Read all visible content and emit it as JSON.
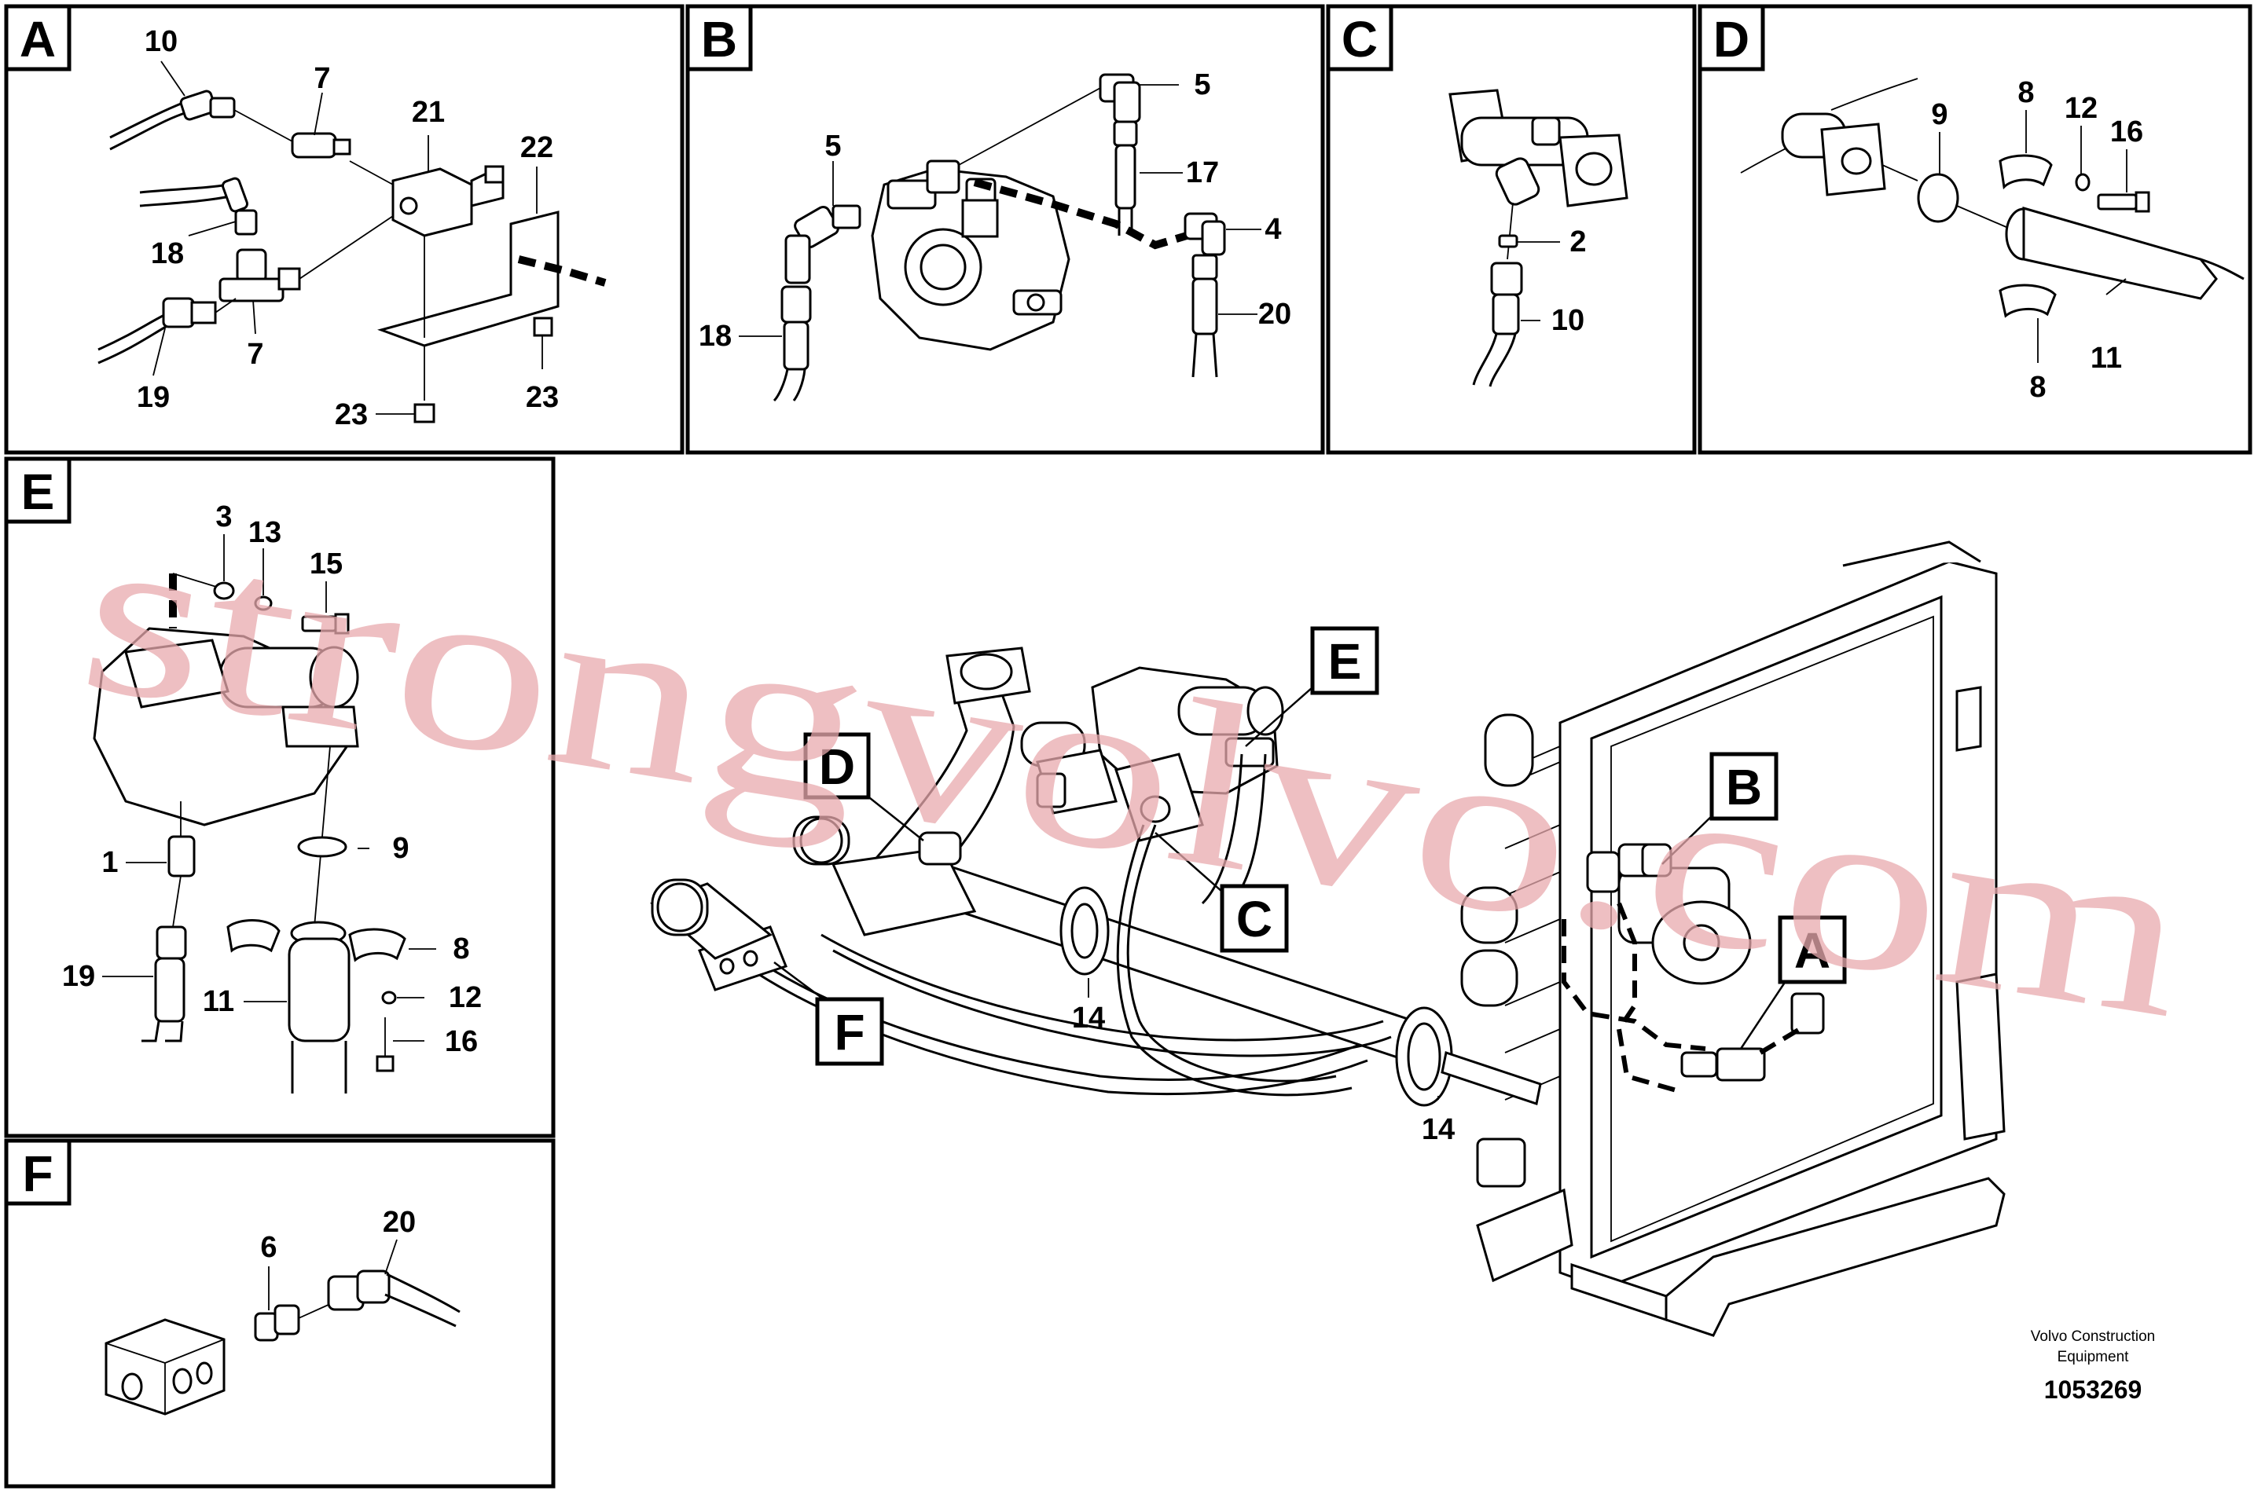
{
  "panels": {
    "A": {
      "letter": "A",
      "labels": [
        "10",
        "7",
        "21",
        "22",
        "18",
        "7",
        "19",
        "23",
        "23"
      ]
    },
    "B": {
      "letter": "B",
      "labels": [
        "5",
        "5",
        "17",
        "4",
        "18",
        "20"
      ]
    },
    "C": {
      "letter": "C",
      "labels": [
        "2",
        "10"
      ]
    },
    "D": {
      "letter": "D",
      "labels": [
        "8",
        "12",
        "16",
        "9",
        "11",
        "8"
      ]
    },
    "E": {
      "letter": "E",
      "labels": [
        "3",
        "13",
        "15",
        "1",
        "9",
        "19",
        "8",
        "11",
        "12",
        "16"
      ]
    },
    "F": {
      "letter": "F",
      "labels": [
        "6",
        "20"
      ]
    }
  },
  "main": {
    "callouts": [
      "E",
      "D",
      "B",
      "C",
      "A",
      "F"
    ],
    "labels": [
      "14",
      "14"
    ]
  },
  "watermark": "strongvolvo.com",
  "credit": {
    "line1": "Volvo Construction",
    "line2": "Equipment",
    "doc_number": "1053269"
  }
}
